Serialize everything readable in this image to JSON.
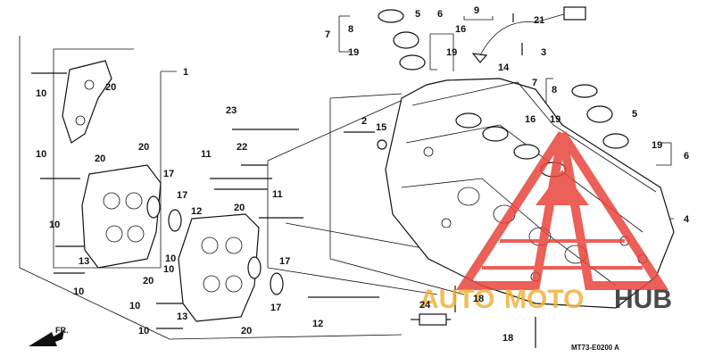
{
  "diagram": {
    "drawing_code": "MT73-E0200 A",
    "direction_label": "FR.",
    "watermark": {
      "part1": "AUTO",
      "part2": "MOTO",
      "part3": "HUB"
    },
    "colors": {
      "watermark_red": "#e8453c",
      "watermark_gold": "#f2b23a",
      "watermark_dark": "#2b2b2b",
      "line": "#111111"
    },
    "callouts": [
      {
        "id": "c1",
        "num": "1"
      },
      {
        "id": "c2",
        "num": "2"
      },
      {
        "id": "c3",
        "num": "3"
      },
      {
        "id": "c4",
        "num": "4"
      },
      {
        "id": "c5a",
        "num": "5"
      },
      {
        "id": "c5b",
        "num": "5"
      },
      {
        "id": "c6a",
        "num": "6"
      },
      {
        "id": "c6b",
        "num": "6"
      },
      {
        "id": "c7a",
        "num": "7"
      },
      {
        "id": "c7b",
        "num": "7"
      },
      {
        "id": "c8a",
        "num": "8"
      },
      {
        "id": "c8b",
        "num": "8"
      },
      {
        "id": "c9",
        "num": "9"
      },
      {
        "id": "c10a",
        "num": "10"
      },
      {
        "id": "c10b",
        "num": "10"
      },
      {
        "id": "c10c",
        "num": "10"
      },
      {
        "id": "c10d",
        "num": "10"
      },
      {
        "id": "c10e",
        "num": "10"
      },
      {
        "id": "c10f",
        "num": "10"
      },
      {
        "id": "c10g",
        "num": "10"
      },
      {
        "id": "c10h",
        "num": "10"
      },
      {
        "id": "c11a",
        "num": "11"
      },
      {
        "id": "c11b",
        "num": "11"
      },
      {
        "id": "c12a",
        "num": "12"
      },
      {
        "id": "c12b",
        "num": "12"
      },
      {
        "id": "c13a",
        "num": "13"
      },
      {
        "id": "c13b",
        "num": "13"
      },
      {
        "id": "c14",
        "num": "14"
      },
      {
        "id": "c15",
        "num": "15"
      },
      {
        "id": "c16a",
        "num": "16"
      },
      {
        "id": "c16b",
        "num": "16"
      },
      {
        "id": "c17a",
        "num": "17"
      },
      {
        "id": "c17b",
        "num": "17"
      },
      {
        "id": "c17c",
        "num": "17"
      },
      {
        "id": "c17d",
        "num": "17"
      },
      {
        "id": "c18a",
        "num": "18"
      },
      {
        "id": "c18b",
        "num": "18"
      },
      {
        "id": "c19a",
        "num": "19"
      },
      {
        "id": "c19b",
        "num": "19"
      },
      {
        "id": "c19c",
        "num": "19"
      },
      {
        "id": "c19d",
        "num": "19"
      },
      {
        "id": "c20a",
        "num": "20"
      },
      {
        "id": "c20b",
        "num": "20"
      },
      {
        "id": "c20c",
        "num": "20"
      },
      {
        "id": "c20d",
        "num": "20"
      },
      {
        "id": "c20e",
        "num": "20"
      },
      {
        "id": "c20f",
        "num": "20"
      },
      {
        "id": "c21",
        "num": "21"
      },
      {
        "id": "c22",
        "num": "22"
      },
      {
        "id": "c23",
        "num": "23"
      },
      {
        "id": "c24",
        "num": "24"
      }
    ]
  }
}
